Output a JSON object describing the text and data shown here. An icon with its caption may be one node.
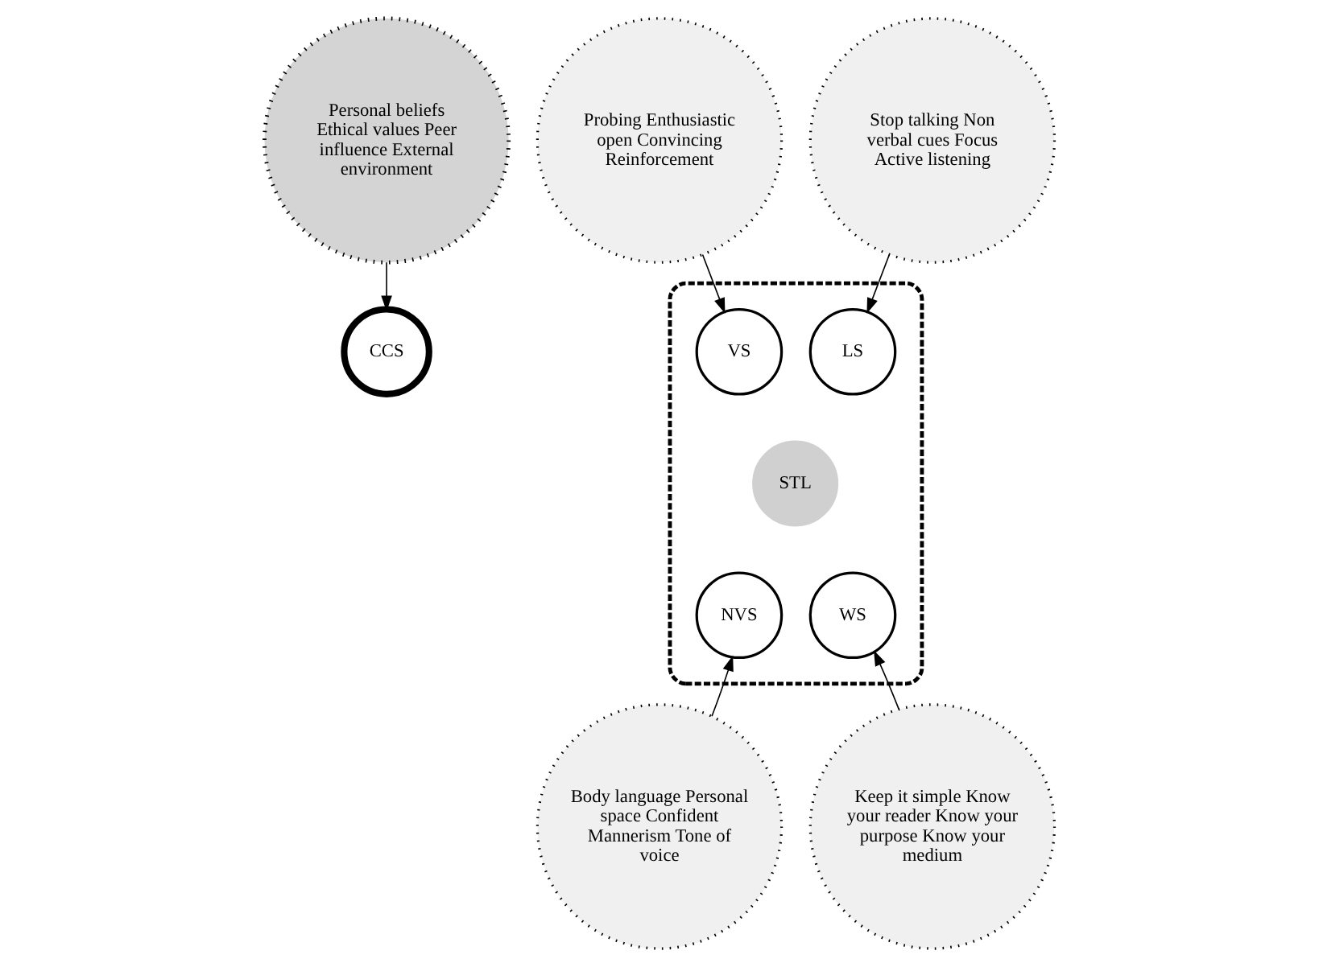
{
  "diagram": {
    "nodes": [
      {
        "text": [
          "Personal beliefs Ethical values Peer influence External environment"
        ]
      },
      {
        "text": [
          "Probing Enthusiastic open Convincing Reinforcement"
        ]
      },
      {
        "text": [
          "Stop talking Non verbal cues Focus Active listening"
        ]
      },
      {
        "text": [],
        "shape": "ellipse"
      },
      {
        "text": [
          "CCS"
        ]
      },
      {
        "text": [
          "VS"
        ],
        "in": 3
      },
      {
        "text": [
          "LS"
        ],
        "in": 3
      },
      {
        "text": [
          "STL"
        ],
        "in": 3
      },
      {
        "text": [
          "NVS"
        ],
        "in": 3
      },
      {
        "text": [
          "WS"
        ],
        "in": 3
      },
      {
        "text": [
          "Body language Personal space Confident Mannerism Tone of voice"
        ]
      },
      {
        "text": [
          "Keep it simple Know your reader Know your purpose Know your medium"
        ]
      }
    ],
    "edges": [
      {
        "from": 0,
        "to": 4,
        "arrow": "to"
      },
      {
        "from": 1,
        "to": 5,
        "arrow": "to"
      },
      {
        "from": 2,
        "to": 6,
        "arrow": "to"
      },
      {
        "from": 10,
        "to": 8,
        "arrow": "to"
      },
      {
        "from": 11,
        "to": 9,
        "arrow": "to"
      }
    ]
  }
}
